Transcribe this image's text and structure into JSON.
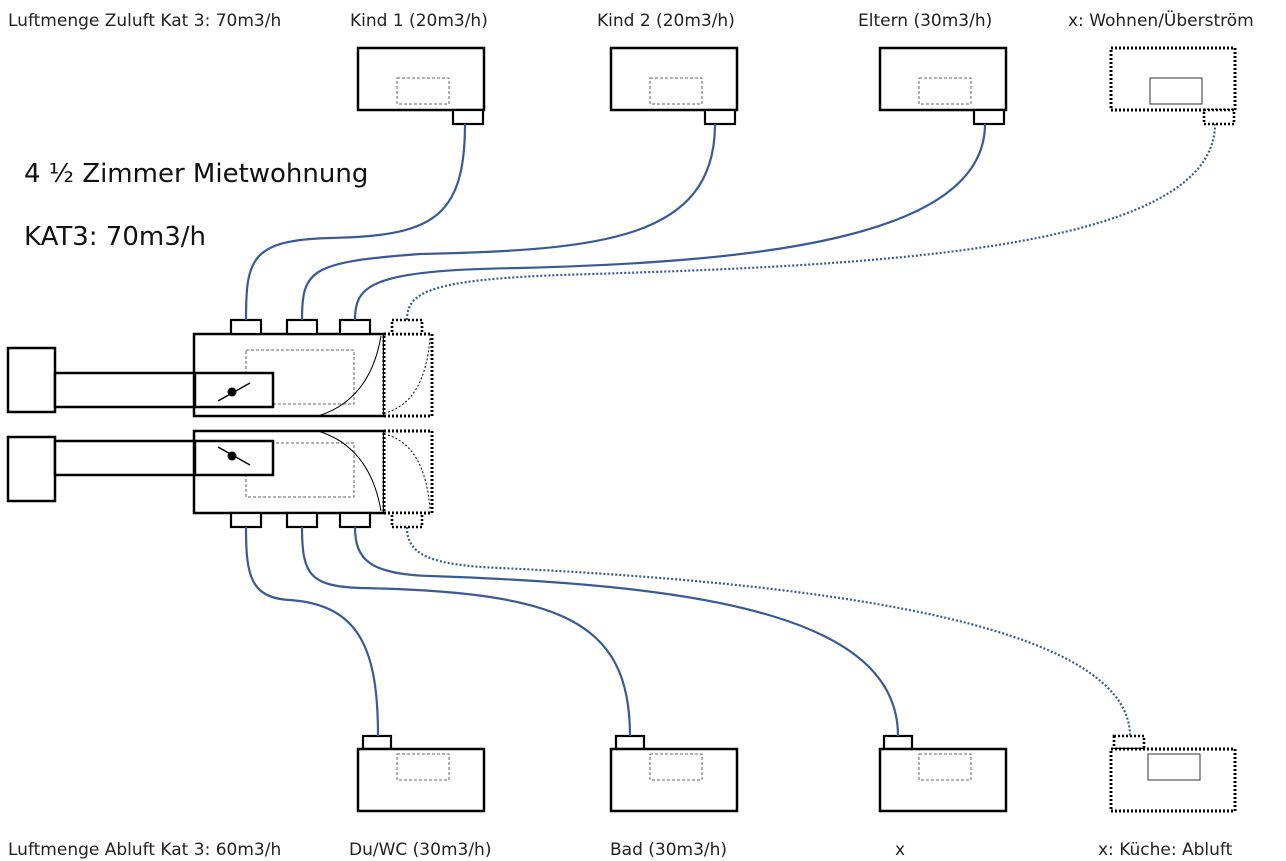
{
  "labels": {
    "supply_total": "Luftmenge Zuluft Kat 3: 70m3/h",
    "exhaust_total": "Luftmenge Abluft Kat 3: 60m3/h",
    "title": "4 ½ Zimmer Mietwohnung",
    "category": "KAT3: 70m3/h"
  },
  "supply_rooms": [
    {
      "label": "Kind 1 (20m3/h)",
      "optional": false
    },
    {
      "label": "Kind 2 (20m3/h)",
      "optional": false
    },
    {
      "label": "Eltern (30m3/h)",
      "optional": false
    },
    {
      "label": "x: Wohnen/Überström",
      "optional": true
    }
  ],
  "exhaust_rooms": [
    {
      "label": "Du/WC (30m3/h)",
      "optional": false
    },
    {
      "label": "Bad (30m3/h)",
      "optional": false
    },
    {
      "label": "x",
      "optional": false
    },
    {
      "label": "x: Küche: Abluft",
      "optional": true
    }
  ],
  "colors": {
    "duct": "#3a5a95",
    "outline": "#000000"
  }
}
